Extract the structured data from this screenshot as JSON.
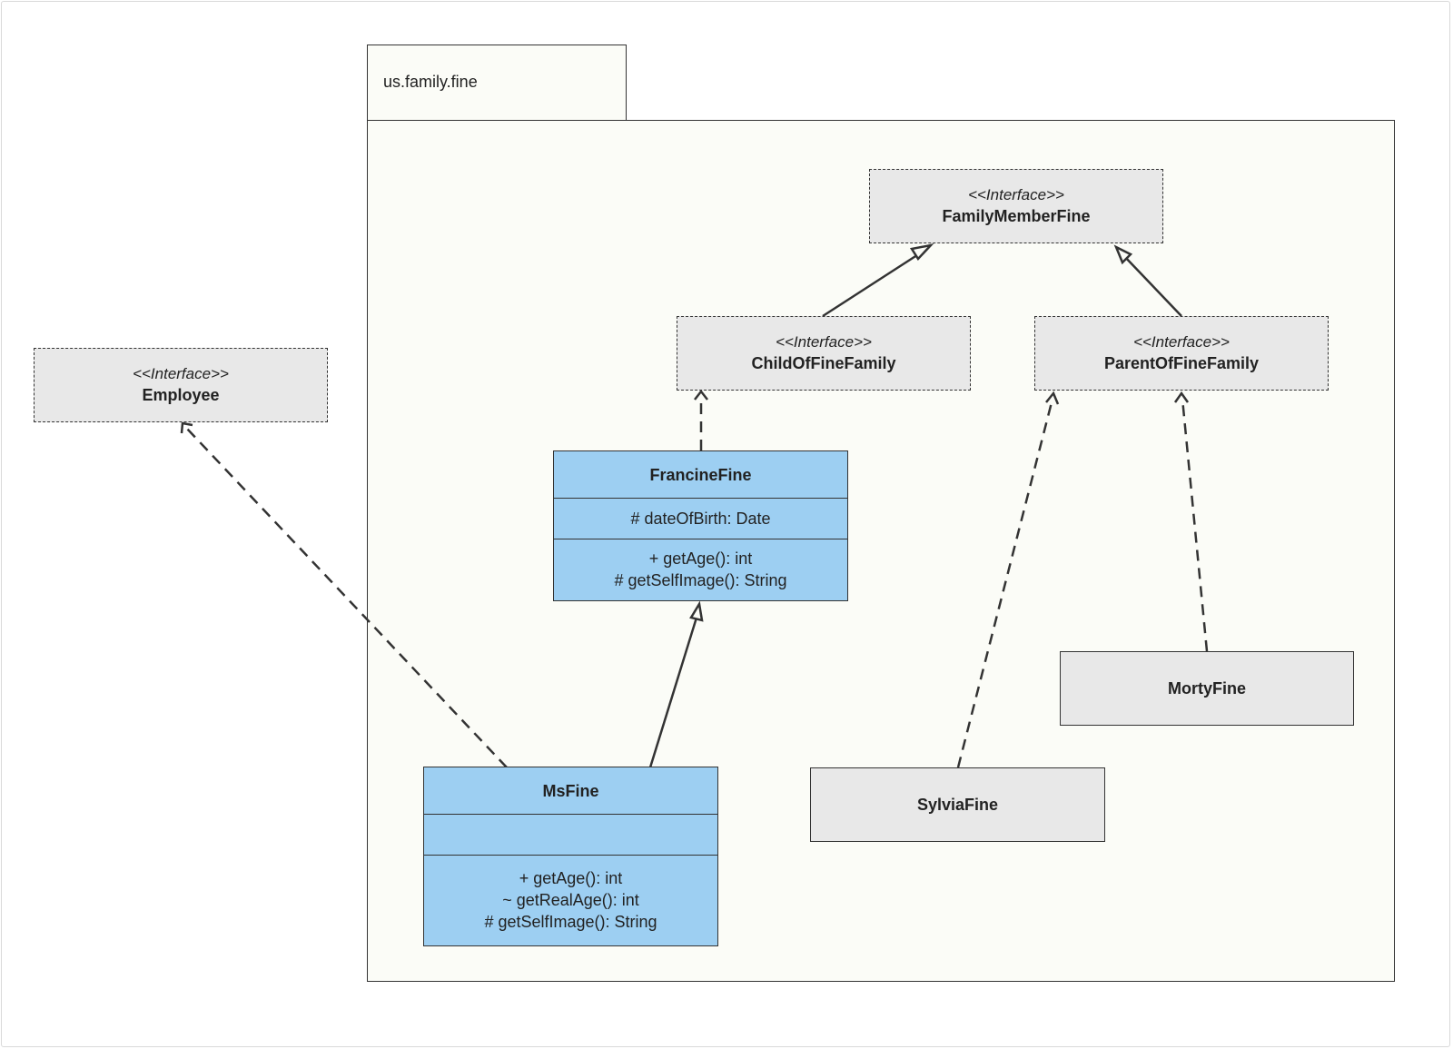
{
  "package": {
    "name": "us.family.fine"
  },
  "interfaces": {
    "employee": {
      "stereotype": "<<Interface>>",
      "name": "Employee"
    },
    "family_member_fine": {
      "stereotype": "<<Interface>>",
      "name": "FamilyMemberFine"
    },
    "child_of_fine_family": {
      "stereotype": "<<Interface>>",
      "name": "ChildOfFineFamily"
    },
    "parent_of_fine_family": {
      "stereotype": "<<Interface>>",
      "name": "ParentOfFineFamily"
    }
  },
  "classes": {
    "francine_fine": {
      "name": "FrancineFine",
      "attributes": [
        "# dateOfBirth: Date"
      ],
      "methods": [
        "+ getAge(): int",
        "# getSelfImage(): String"
      ],
      "color": "#9dcff2"
    },
    "ms_fine": {
      "name": "MsFine",
      "attributes": [],
      "methods": [
        "+ getAge(): int",
        "~ getRealAge(): int",
        "# getSelfImage(): String"
      ],
      "color": "#9dcff2"
    },
    "sylvia_fine": {
      "name": "SylviaFine"
    },
    "morty_fine": {
      "name": "MortyFine"
    }
  },
  "relations": [
    {
      "from": "ChildOfFineFamily",
      "to": "FamilyMemberFine",
      "kind": "generalization"
    },
    {
      "from": "ParentOfFineFamily",
      "to": "FamilyMemberFine",
      "kind": "generalization"
    },
    {
      "from": "FrancineFine",
      "to": "ChildOfFineFamily",
      "kind": "realization"
    },
    {
      "from": "MsFine",
      "to": "FrancineFine",
      "kind": "generalization"
    },
    {
      "from": "MsFine",
      "to": "Employee",
      "kind": "realization"
    },
    {
      "from": "SylviaFine",
      "to": "ParentOfFineFamily",
      "kind": "realization"
    },
    {
      "from": "MortyFine",
      "to": "ParentOfFineFamily",
      "kind": "realization"
    }
  ]
}
